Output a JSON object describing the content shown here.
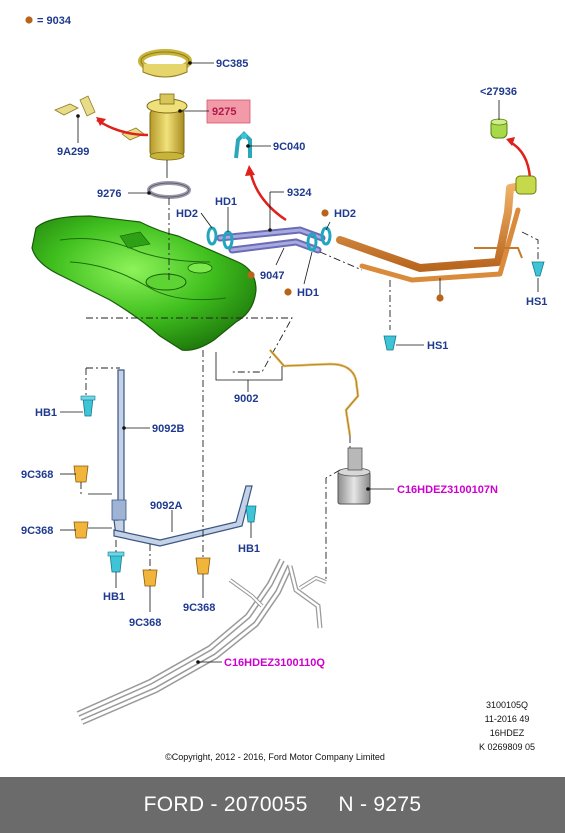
{
  "legend": {
    "text": "= 9034"
  },
  "labels": {
    "l_9c385": "9C385",
    "l_9275": "9275",
    "l_9a299": "9A299",
    "l_9c040": "9C040",
    "l_27936": "<27936",
    "l_9276": "9276",
    "l_9324": "9324",
    "l_hd2_left": "HD2",
    "l_hd1_top": "HD1",
    "l_hd2_right": "HD2",
    "l_9047": "9047",
    "l_hd1_bottom": "HD1",
    "l_hs1_right": "HS1",
    "l_hs1_mid": "HS1",
    "l_9002": "9002",
    "l_hb1_left": "HB1",
    "l_9092b": "9092B",
    "l_9c368_a": "9C368",
    "l_9c368_b": "9C368",
    "l_9092a": "9092A",
    "l_hb1_right": "HB1",
    "l_hb1_bottom": "HB1",
    "l_9c368_c": "9C368",
    "l_9c368_d": "9C368",
    "l_canister": "C16HDEZ3100107N",
    "l_lines": "C16HDEZ3100110Q"
  },
  "info": {
    "line1": "3100105Q",
    "line2": "11-2016 49",
    "line3": "16HDEZ",
    "line4": "K 0269809 05"
  },
  "copyright": "©Copyright, 2012 - 2016, Ford Motor Company Limited",
  "footer": {
    "text": "FORD - 2070055     N - 9275"
  },
  "colors": {
    "label": "#1f3a8f",
    "magenta": "#cc00cc",
    "highlight": "#f29aa8",
    "tank": "#3fbf1e",
    "filler": "#d98a3a",
    "footer_bg": "#6b6b6b"
  }
}
